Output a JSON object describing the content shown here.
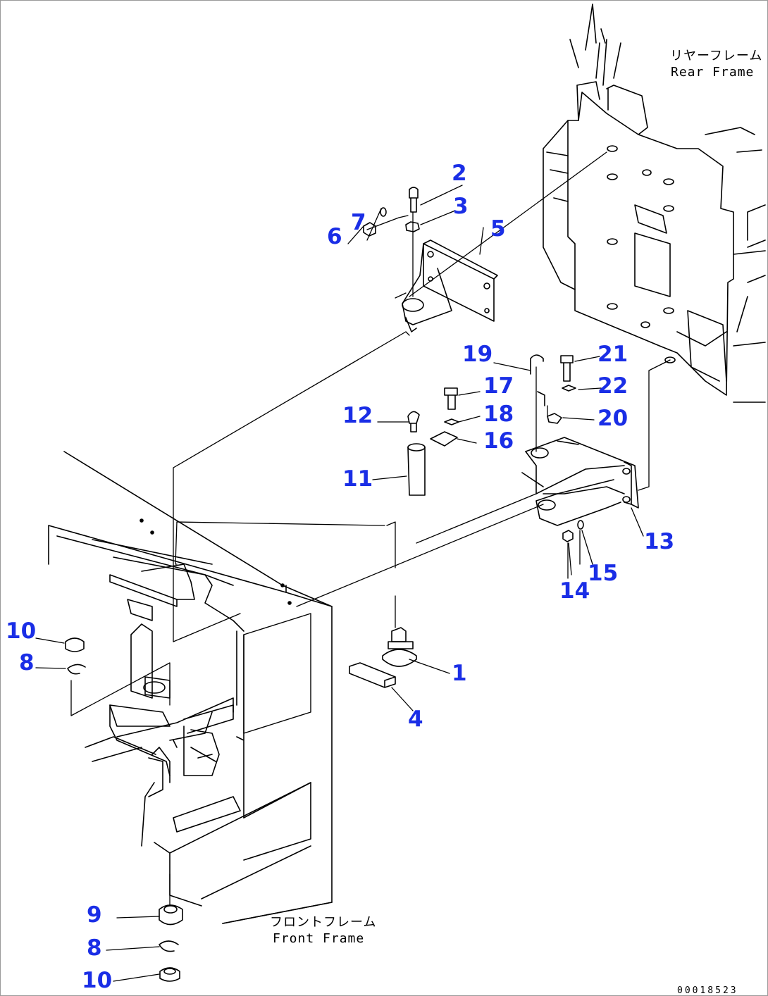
{
  "labels": {
    "rear_frame_jp": "リヤーフレーム",
    "rear_frame_en": "Rear Frame",
    "front_frame_jp": "フロントフレーム",
    "front_frame_en": "Front Frame",
    "doc_number": "00018523"
  },
  "callouts": [
    "1",
    "2",
    "3",
    "4",
    "5",
    "6",
    "7",
    "8",
    "8",
    "9",
    "10",
    "10",
    "11",
    "12",
    "13",
    "14",
    "15",
    "16",
    "17",
    "18",
    "19",
    "20",
    "21",
    "22"
  ],
  "colors": {
    "callout": "#1a2ee6",
    "line": "#000000",
    "background": "#ffffff"
  }
}
